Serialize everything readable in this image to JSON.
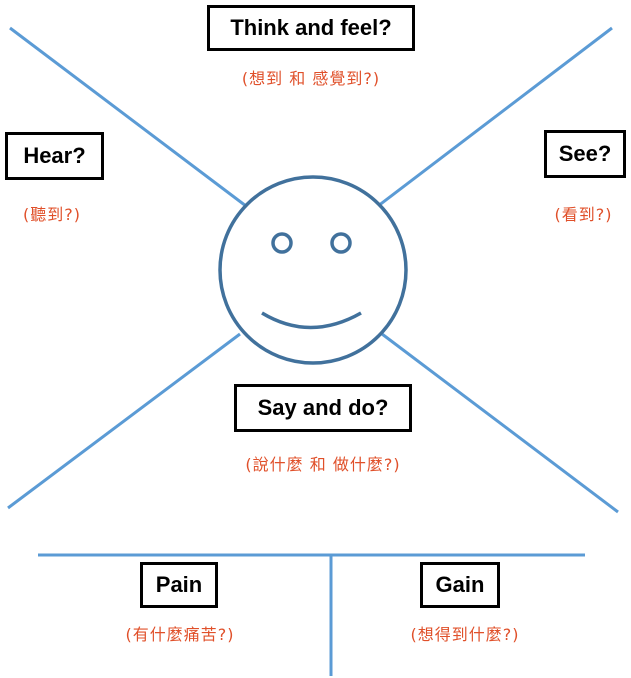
{
  "colors": {
    "line": "#5b9bd5",
    "face": "#41719c",
    "sub_text": "#e0502a",
    "box_border": "#000000"
  },
  "quadrants": {
    "think_feel": {
      "label": "Think and feel?",
      "sub": "(想到 和 感覺到?)"
    },
    "hear": {
      "label": "Hear?",
      "sub": "(聽到?)"
    },
    "see": {
      "label": "See?",
      "sub": "(看到?)"
    },
    "say_do": {
      "label": "Say and do?",
      "sub": "(說什麼 和 做什麼?)"
    }
  },
  "bottom": {
    "pain": {
      "label": "Pain",
      "sub": "(有什麼痛苦?)"
    },
    "gain": {
      "label": "Gain",
      "sub": "(想得到什麼?)"
    }
  }
}
